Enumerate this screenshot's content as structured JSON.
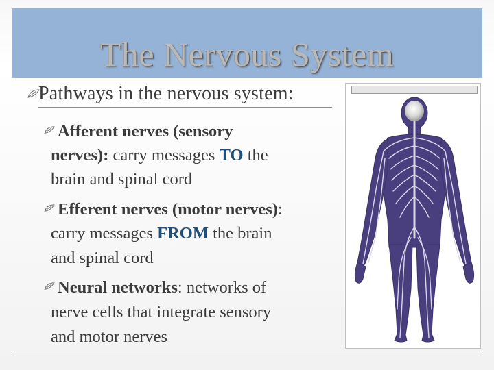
{
  "title": "The Nervous System",
  "bullets": {
    "main": "Pathways in the nervous system:",
    "afferent": {
      "term_line1": "Afferent nerves (sensory",
      "term_line2": "nerves):",
      "desc_line2_a": " carry messages ",
      "desc_line2_em": "TO",
      "desc_line2_b": " the",
      "desc_line3": "brain and spinal cord"
    },
    "efferent": {
      "term_line1": "Efferent nerves (motor nerves)",
      "term_colon": ":",
      "desc_line2_a": "carry messages ",
      "desc_line2_em": "FROM",
      "desc_line2_b": " the brain",
      "desc_line3": "and spinal cord"
    },
    "neural": {
      "term": "Neural networks",
      "desc_line1": ": networks of",
      "desc_line2": "nerve cells that integrate sensory",
      "desc_line3": "and motor nerves"
    }
  },
  "colors": {
    "title_bar": "#95b3d7",
    "accent_text": "#1f4e79",
    "body_silhouette": "#4a3f7e",
    "nerve_lines": "#d9d6ea"
  },
  "icons": {
    "bullet": "leaf-bullet-icon"
  }
}
